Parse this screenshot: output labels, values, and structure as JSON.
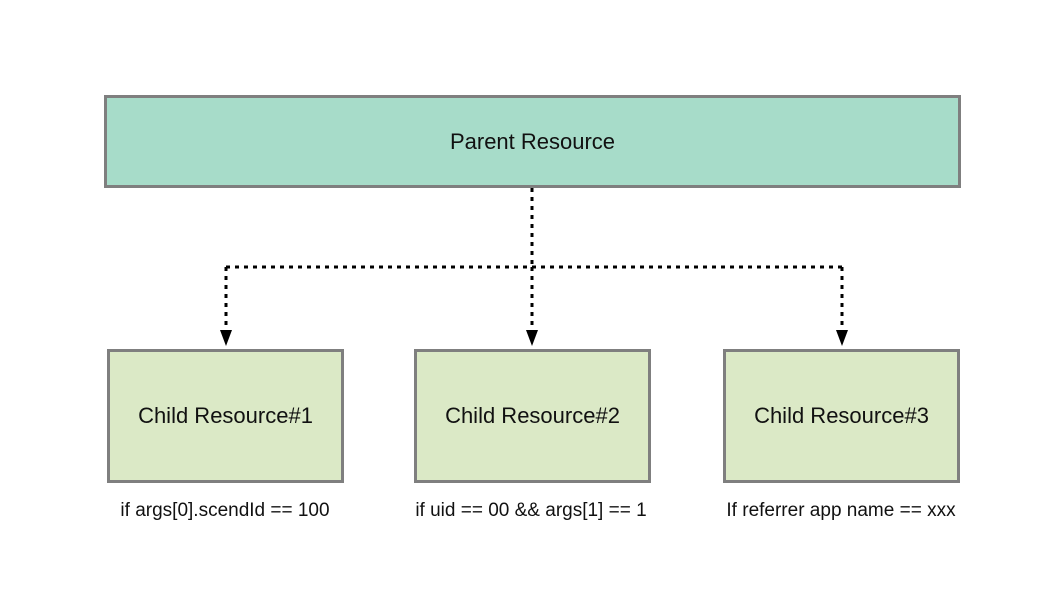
{
  "parent": {
    "label": "Parent Resource",
    "fill": "#a7dcc9"
  },
  "children": [
    {
      "label": "Child Resource#1",
      "condition": "if args[0].scendId == 100"
    },
    {
      "label": "Child Resource#2",
      "condition": "if uid == 00 && args[1] == 1"
    },
    {
      "label": "Child Resource#3",
      "condition": "If referrer app name == xxx"
    }
  ],
  "colors": {
    "child_fill": "#dbe9c6",
    "border": "#7f7f7f",
    "connector": "#000000"
  }
}
